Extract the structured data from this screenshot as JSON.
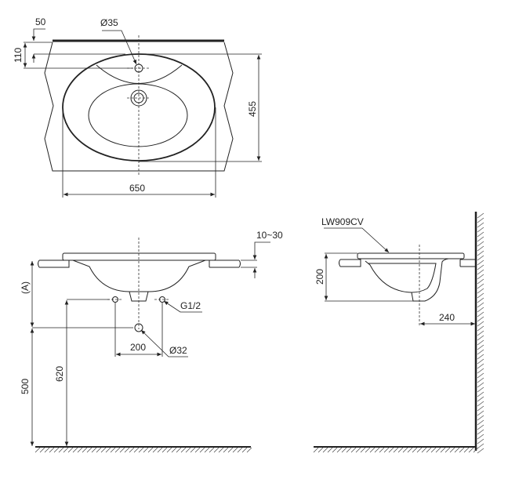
{
  "drawing": {
    "top_view": {
      "dim_rim_thickness": "50",
      "dim_faucet_hole_offset": "110",
      "dim_faucet_hole_diameter": "Ø35",
      "dim_depth": "455",
      "dim_width": "650"
    },
    "front_view": {
      "dim_counter_thickness": "10~30",
      "dim_height_a": "(A)",
      "dim_height_500": "500",
      "dim_height_620": "620",
      "dim_supply_spacing": "200",
      "label_supply_thread": "G1/2",
      "label_drain_diameter": "Ø32"
    },
    "side_view": {
      "model_label": "LW909CV",
      "dim_basin_depth": "200",
      "dim_wall_offset": "240"
    }
  }
}
